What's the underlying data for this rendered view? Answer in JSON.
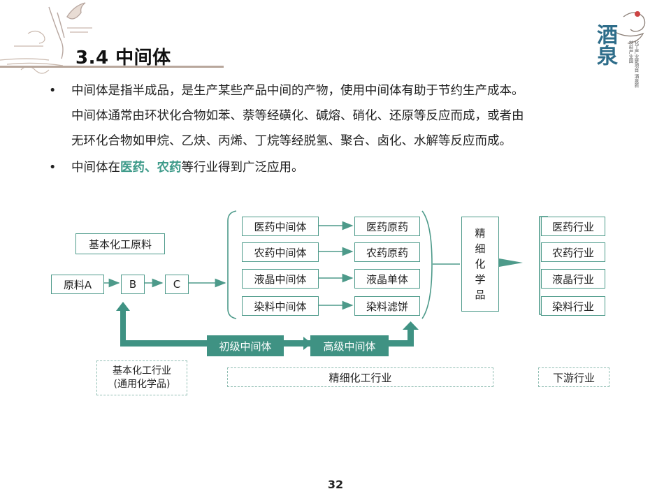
{
  "title": "3.4 中间体",
  "bullets": [
    {
      "lines": [
        "中间体是指半成品，是生产某些产品中间的产物，使用中间体有助于节约生产成本。",
        "中间体通常由环状化合物如苯、萘等经磺化、碱熔、硝化、还原等反应而成，或者由",
        "无环化合物如甲烷、乙炔、丙烯、丁烷等经脱氢、聚合、卤化、水解等反应而成。"
      ]
    },
    {
      "before": "中间体在",
      "highlight": "医药、农药",
      "after": "等行业得到广泛应用。"
    }
  ],
  "diagram": {
    "basic_raw_label": "基本化工原料",
    "raw_a": "原料A",
    "b": "B",
    "c": "C",
    "intermediates": [
      "医药中间体",
      "农药中间体",
      "液晶中间体",
      "染料中间体"
    ],
    "products": [
      "医药原药",
      "农药原药",
      "液晶单体",
      "染料滤饼"
    ],
    "fine_chem_vertical": [
      "精",
      "细",
      "化",
      "学",
      "品"
    ],
    "industries": [
      "医药行业",
      "农药行业",
      "液晶行业",
      "染料行业"
    ],
    "primary_intermediate": "初级中间体",
    "advanced_intermediate": "高级中间体",
    "basic_industry_line1": "基本化工行业",
    "basic_industry_line2": "(通用化学品)",
    "fine_industry": "精细化工行业",
    "downstream": "下游行业"
  },
  "colors": {
    "accent": "#3f9283",
    "border": "#4d9a8a",
    "highlight": "#3f9b8a"
  },
  "logo": {
    "calligraphy": "酒泉",
    "motto": "化工产业链项目 酒泉新材料产业园"
  },
  "page_number": "32"
}
